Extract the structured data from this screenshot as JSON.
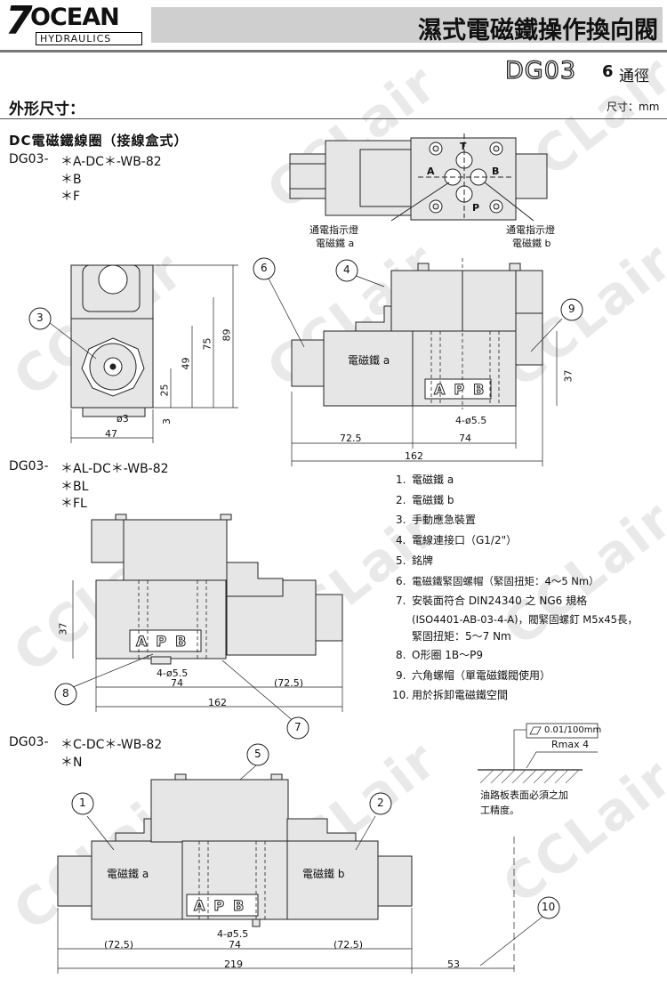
{
  "header": {
    "logo_brand": "OCEAN",
    "logo_letter": "7",
    "logo_sub": "HYDRAULICS",
    "title": "濕式電磁鐵操作換向閥",
    "model": "DG03",
    "size": "6",
    "size_unit": "通徑"
  },
  "section": {
    "title": "外形尺寸：",
    "unit_note": "尺寸：mm"
  },
  "dc_title": "DC電磁鐵線圈（接線盒式）",
  "model_groups": [
    {
      "prefix": "DG03-",
      "lines": [
        "＊A-DC＊-WB-82",
        "＊B",
        "＊F"
      ]
    },
    {
      "prefix": "DG03-",
      "lines": [
        "＊AL-DC＊-WB-82",
        "＊BL",
        "＊FL"
      ]
    },
    {
      "prefix": "DG03-",
      "lines": [
        "＊C-DC＊-WB-82",
        "＊N"
      ]
    }
  ],
  "top_view": {
    "ports": [
      "T",
      "A",
      "B",
      "P"
    ],
    "indicator_a": [
      "通電指示燈",
      "電磁鐵 a"
    ],
    "indicator_b": [
      "通電指示燈",
      "電磁鐵 b"
    ]
  },
  "side_view": {
    "dims": [
      "89",
      "75",
      "49",
      "25",
      "3",
      "ø3",
      "47"
    ],
    "callout": "3"
  },
  "front_view_1": {
    "label": "電磁鐵 a",
    "dims": [
      "37",
      "4-ø5.5",
      "72.5",
      "74",
      "162"
    ],
    "callouts": [
      "6",
      "4",
      "9"
    ],
    "plate": "APB"
  },
  "front_view_2": {
    "dims": [
      "37",
      "4-ø5.5",
      "74",
      "(72.5)",
      "162"
    ],
    "callouts": [
      "8",
      "7"
    ],
    "plate": "APB"
  },
  "front_view_3": {
    "label_a": "電磁鐵 a",
    "label_b": "電磁鐵 b",
    "dims": [
      "4-ø5.5",
      "(72.5)",
      "74",
      "(72.5)",
      "219",
      "53"
    ],
    "callouts": [
      "5",
      "1",
      "2",
      "10"
    ],
    "plate": "APB"
  },
  "parts_list": [
    {
      "num": "1.",
      "text": "電磁鐵 a"
    },
    {
      "num": "2.",
      "text": "電磁鐵 b"
    },
    {
      "num": "3.",
      "text": "手動應急裝置"
    },
    {
      "num": "4.",
      "text": "電線連接口（G1/2\"）"
    },
    {
      "num": "5.",
      "text": "銘牌"
    },
    {
      "num": "6.",
      "text": "電磁鐵緊固螺帽（緊固扭矩：4～5 Nm）"
    },
    {
      "num": "7.",
      "text": "安裝面符合 DIN24340 之 NG6 規格"
    },
    {
      "num": "",
      "text": "(ISO4401-AB-03-4-A)，閥緊固螺釘 M5x45長，"
    },
    {
      "num": "",
      "text": "緊固扭矩：5～7 Nm"
    },
    {
      "num": "8.",
      "text": "O形圈 1B～P9"
    },
    {
      "num": "9.",
      "text": "六角螺帽（單電磁鐵閥使用）"
    },
    {
      "num": "10.",
      "text": "用於拆卸電磁鐵空間"
    }
  ],
  "surface": {
    "flatness": "0.01/100mm",
    "roughness": "Rmax 4",
    "note": [
      "油路板表面必須之加",
      "工精度。"
    ]
  },
  "watermark": "CCLair",
  "colors": {
    "fill": "#e6e6e6",
    "line": "#222222",
    "header_bar": "#cfcfcf"
  }
}
